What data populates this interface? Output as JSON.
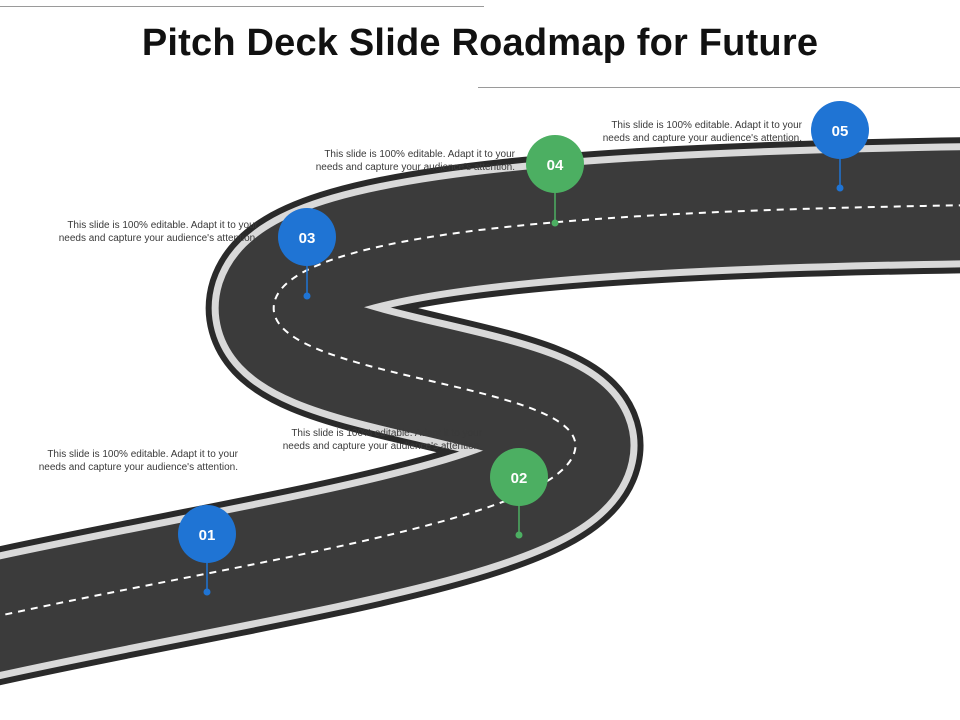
{
  "title": "Pitch Deck Slide Roadmap for Future",
  "colors": {
    "blue": "#1f74d4",
    "green": "#4caf62",
    "road": "#3b3b3b",
    "edge": "#d9d9d9"
  },
  "milestones": [
    {
      "label": "01",
      "color": "blue",
      "text": "This slide is 100% editable.  Adapt it to your needs and capture your audience's attention."
    },
    {
      "label": "02",
      "color": "green",
      "text": "This slide is 100% editable.  Adapt it to your needs and capture your audience's attention."
    },
    {
      "label": "03",
      "color": "blue",
      "text": "This slide is 100% editable.  Adapt it to your needs and capture your audience's attention."
    },
    {
      "label": "04",
      "color": "green",
      "text": "This slide is 100% editable.  Adapt it to your needs and capture your audience's attention."
    },
    {
      "label": "05",
      "color": "blue",
      "text": "This slide is 100% editable.  Adapt it to your needs and capture your audience's attention."
    }
  ]
}
